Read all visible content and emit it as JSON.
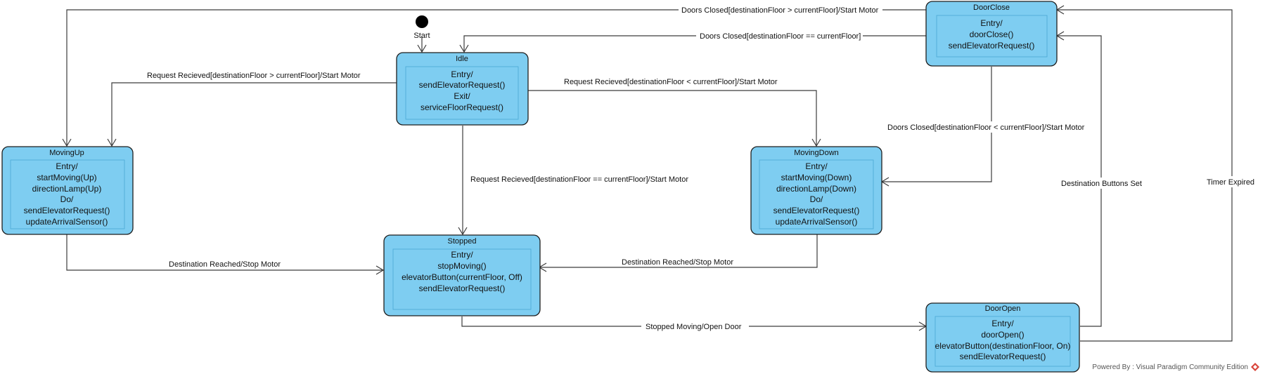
{
  "start": {
    "label": "Start"
  },
  "states": {
    "idle": {
      "name": "Idle",
      "actions": [
        "Entry/",
        "sendElevatorRequest()",
        "Exit/",
        "serviceFloorRequest()"
      ]
    },
    "door_close": {
      "name": "DoorClose",
      "actions": [
        "Entry/",
        "doorClose()",
        "sendElevatorRequest()"
      ]
    },
    "moving_up": {
      "name": "MovingUp",
      "actions": [
        "Entry/",
        "startMoving(Up)",
        "directionLamp(Up)",
        "Do/",
        "sendElevatorRequest()",
        "updateArrivalSensor()"
      ]
    },
    "moving_down": {
      "name": "MovingDown",
      "actions": [
        "Entry/",
        "startMoving(Down)",
        "directionLamp(Down)",
        "Do/",
        "sendElevatorRequest()",
        "updateArrivalSensor()"
      ]
    },
    "stopped": {
      "name": "Stopped",
      "actions": [
        "Entry/",
        "stopMoving()",
        "elevatorButton(currentFloor, Off)",
        "sendElevatorRequest()"
      ]
    },
    "door_open": {
      "name": "DoorOpen",
      "actions": [
        "Entry/",
        "doorOpen()",
        "elevatorButton(destinationFloor, On)",
        "sendElevatorRequest()"
      ]
    }
  },
  "transitions": {
    "doorclose_to_movingup": "Doors Closed[destinationFloor > currentFloor]/Start Motor",
    "doorclose_to_idle": "Doors Closed[destinationFloor == currentFloor]",
    "idle_to_movingup": "Request Recieved[destinationFloor > currentFloor]/Start Motor",
    "idle_to_movingdown": "Request Recieved[destinationFloor < currentFloor]/Start Motor",
    "doorclose_to_movingdown": "Doors Closed[destinationFloor < currentFloor]/Start Motor",
    "idle_to_stopped": "Request Recieved[destinationFloor == currentFloor]/Start Motor",
    "dooropen_to_doorclose_buttons": "Destination Buttons Set",
    "dooropen_to_doorclose_timer": "Timer Expired",
    "movingup_to_stopped": "Destination Reached/Stop Motor",
    "movingdown_to_stopped": "Destination Reached/Stop Motor",
    "stopped_to_dooropen": "Stopped Moving/Open Door"
  },
  "watermark": {
    "text": "Powered By : Visual Paradigm Community Edition",
    "logo_icon": "visual-paradigm-logo-icon"
  }
}
